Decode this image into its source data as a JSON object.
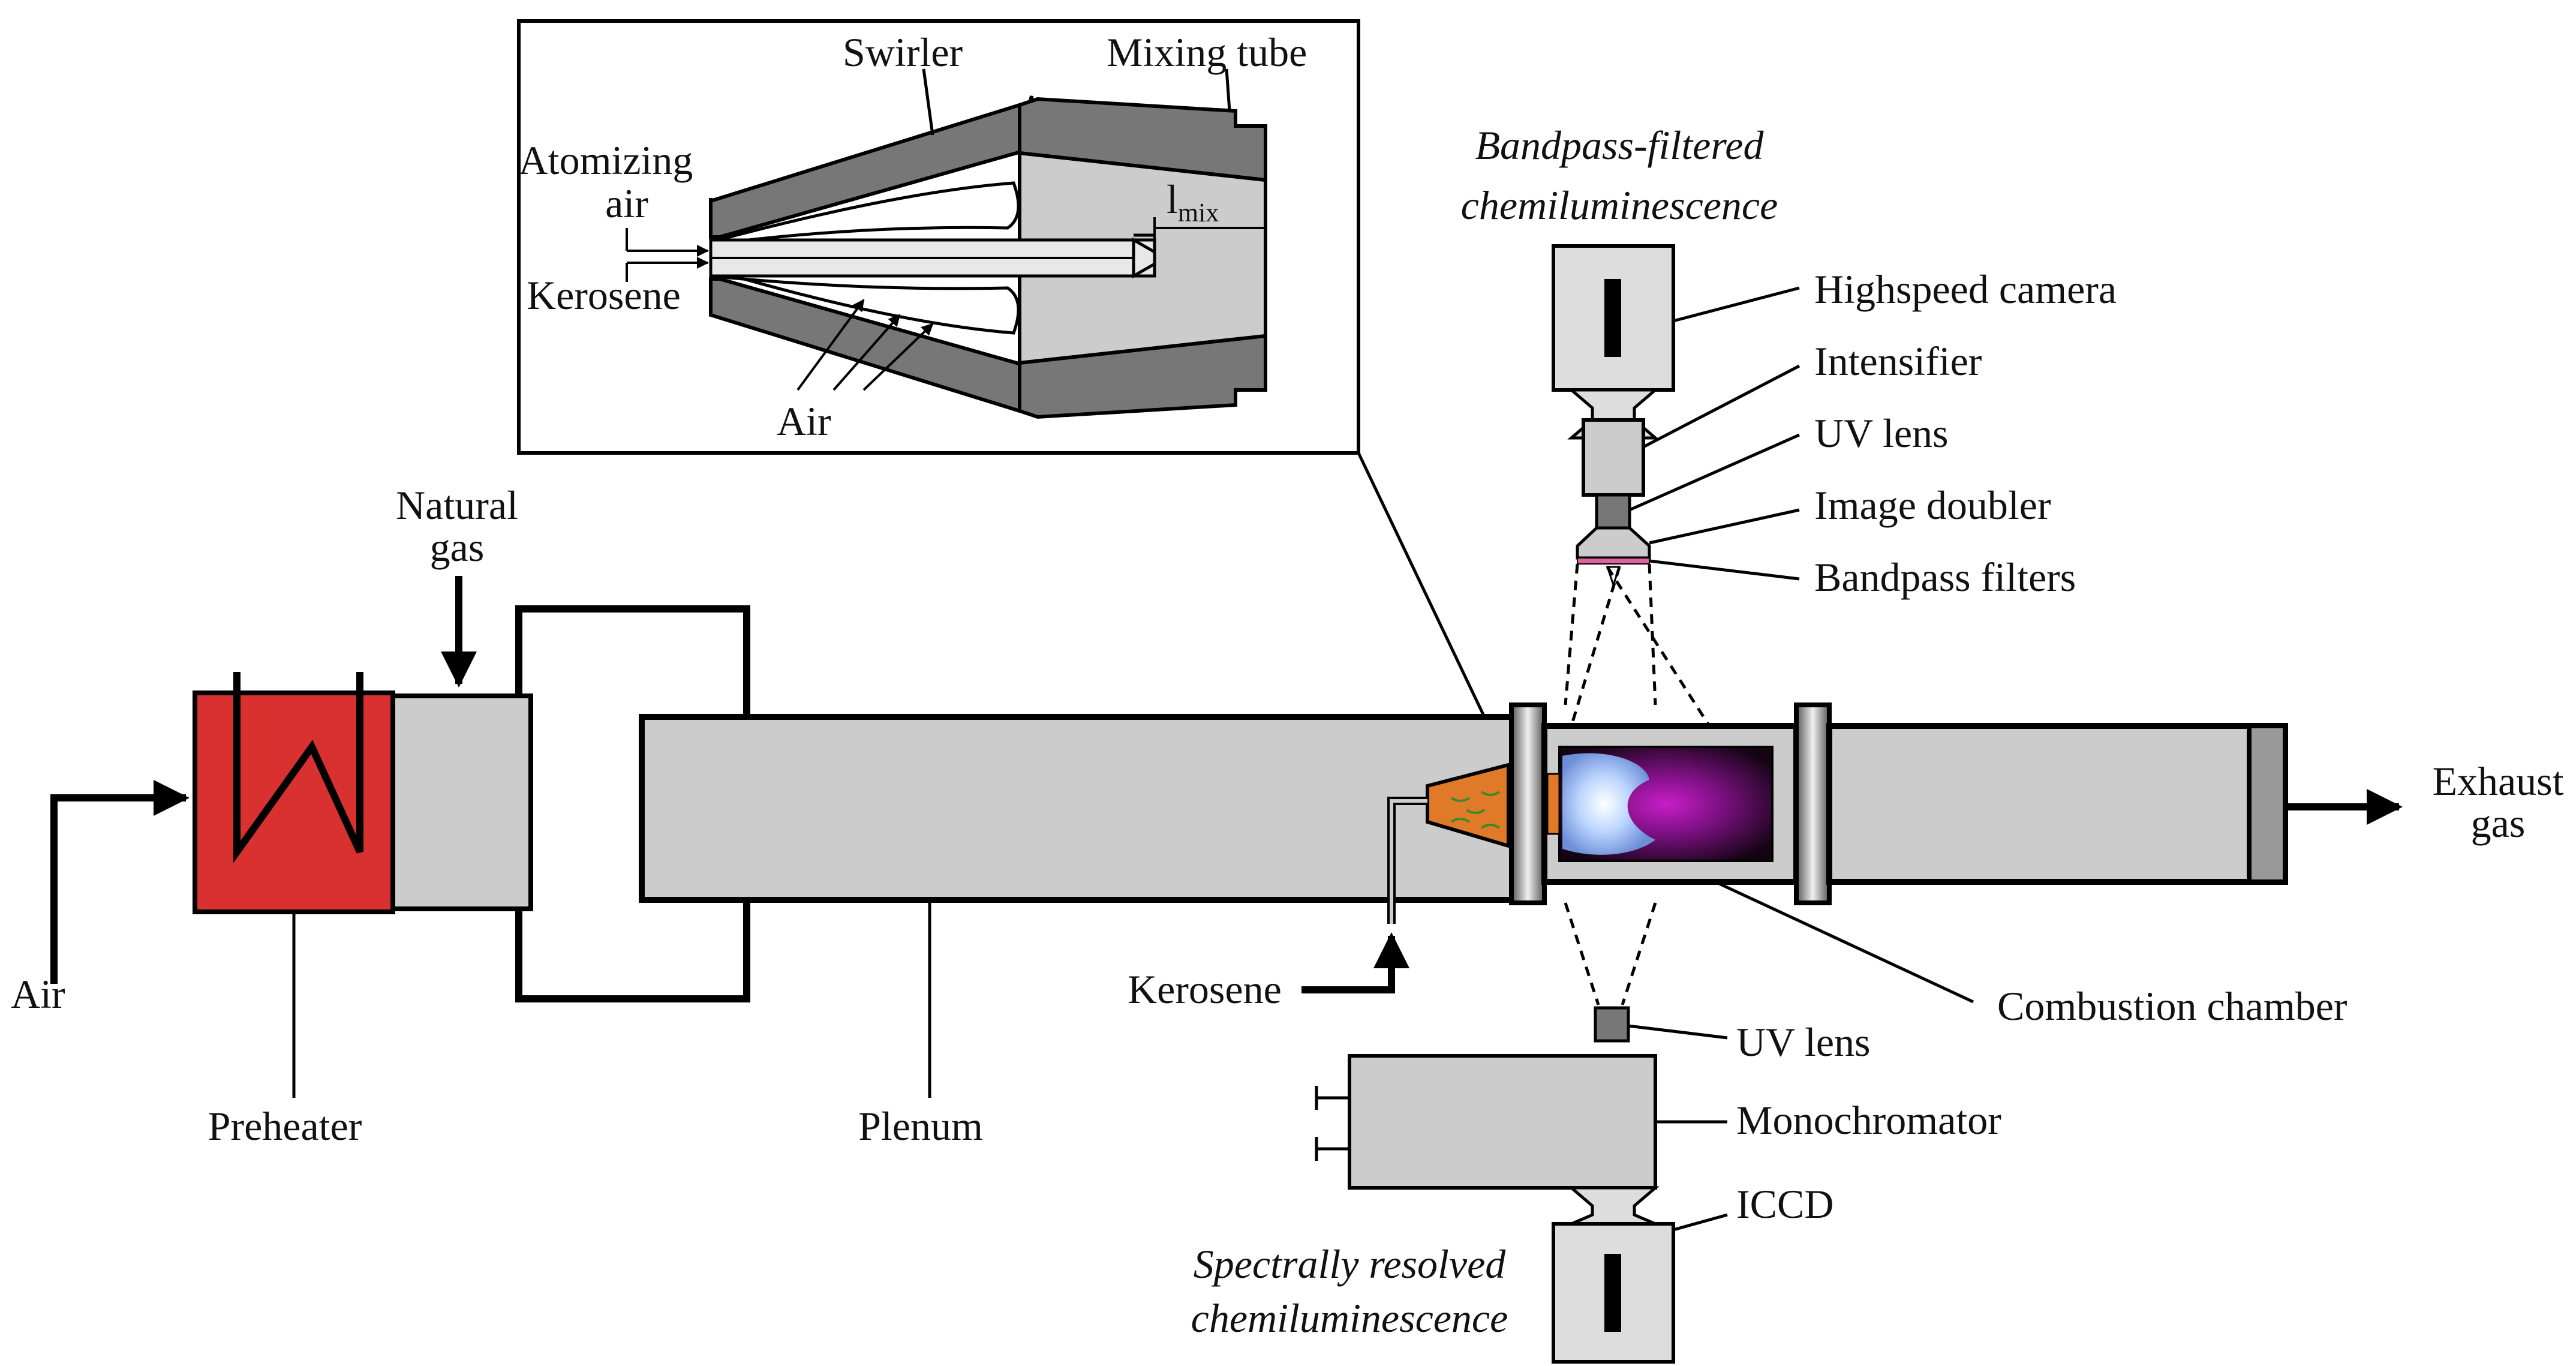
{
  "labels": {
    "air": "Air",
    "preheater": "Preheater",
    "natural_gas_line1": "Natural",
    "natural_gas_line2": "gas",
    "plenum": "Plenum",
    "kerosene_feed": "Kerosene",
    "combustion_chamber": "Combustion chamber",
    "exhaust_line1": "Exhaust",
    "exhaust_line2": "gas",
    "highspeed_camera": "Highspeed camera",
    "intensifier": "Intensifier",
    "uv_lens_top": "UV lens",
    "image_doubler": "Image doubler",
    "bandpass_filters": "Bandpass filters",
    "uv_lens_bottom": "UV lens",
    "monochromator": "Monochromator",
    "iccd": "ICCD",
    "bandpass_title_line1": "Bandpass-filtered",
    "bandpass_title_line2": "chemiluminescence",
    "spectral_title_line1": "Spectrally resolved",
    "spectral_title_line2": "chemiluminescence"
  },
  "inset": {
    "swirler": "Swirler",
    "mixing_tube": "Mixing tube",
    "atomizing_air_line1": "Atomizing",
    "atomizing_air_line2": "air",
    "kerosene": "Kerosene",
    "air": "Air",
    "l_mix_main": "l",
    "l_mix_sub": "mix"
  },
  "colors": {
    "preheater": "#d93030",
    "component_fill": "#cccccc",
    "nozzle": "#e07a28",
    "flame_core": "#cfe6ff",
    "flame_outer": "#a800a8",
    "bandpass_filter": "#e060a0"
  }
}
